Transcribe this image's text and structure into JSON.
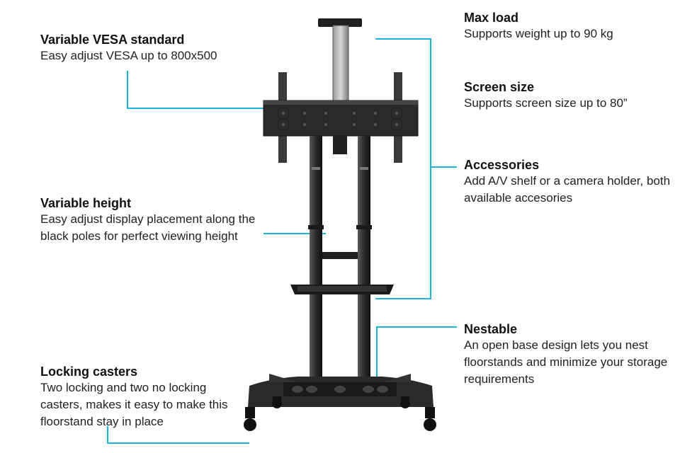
{
  "features": {
    "vesa": {
      "title": "Variable VESA standard",
      "desc": "Easy adjust VESA up to 800x500"
    },
    "height": {
      "title": "Variable height",
      "desc": "Easy adjust display placement along the black poles for perfect viewing height"
    },
    "casters": {
      "title": "Locking casters",
      "desc": "Two locking and two no locking casters, makes it easy to make this floorstand stay in place"
    },
    "maxload": {
      "title": "Max load",
      "desc": "Supports weight up to 90 kg"
    },
    "screen": {
      "title": "Screen size",
      "desc": "Supports screen size up to 80”"
    },
    "accessories": {
      "title": "Accessories",
      "desc": "Add A/V shelf or a camera holder, both available accesories"
    },
    "nestable": {
      "title": "Nestable",
      "desc": "An open base design lets you nest floorstands and minimize your storage requirements"
    }
  },
  "colors": {
    "leader_line": "#19b5e0",
    "stand": "#2b2b2b",
    "text": "#1a1a1a"
  }
}
